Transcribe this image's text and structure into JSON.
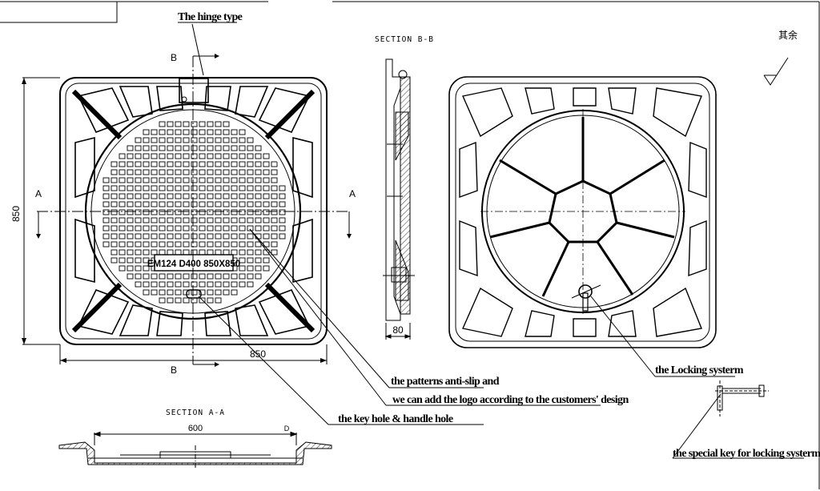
{
  "title_block_corner": "其余",
  "annotations": {
    "hinge_type": "The hinge type",
    "patterns_line1": "the patterns anti-slip and",
    "patterns_line2": "we can add the logo according to the customers' design",
    "key_hole": "the key hole & handle hole",
    "locking_system": "the Locking systerm",
    "special_key": "the special key for locking systerm"
  },
  "section_labels": {
    "section_bb": "SECTION B-B",
    "section_aa": "SECTION A-A",
    "cut_a": "A",
    "cut_b": "B"
  },
  "dimensions": {
    "height": "850",
    "width": "850",
    "depth": "80",
    "opening": "600",
    "d_mark": "D"
  },
  "cover_marking": "EM124 D400 850X850"
}
